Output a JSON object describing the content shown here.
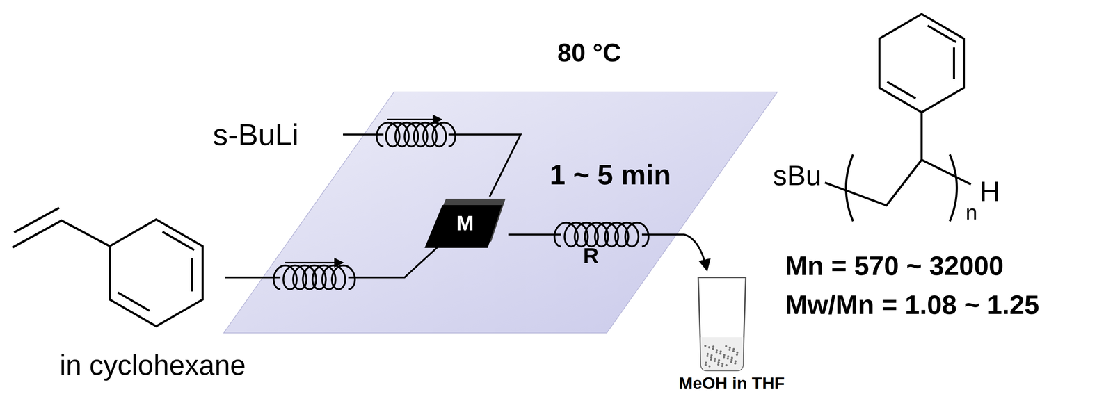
{
  "diagram": {
    "nodes": [
      {
        "text": [
          "M"
        ]
      }
    ],
    "labels": [
      "80 °C",
      "s-BuLi",
      "1 ~ 5 min",
      "R",
      "in cyclohexane",
      "MeOH in THF",
      "sBu",
      "n",
      "H",
      "Mn = 570 ~ 32000",
      "Mw/Mn = 1.08 ~ 1.25"
    ]
  }
}
